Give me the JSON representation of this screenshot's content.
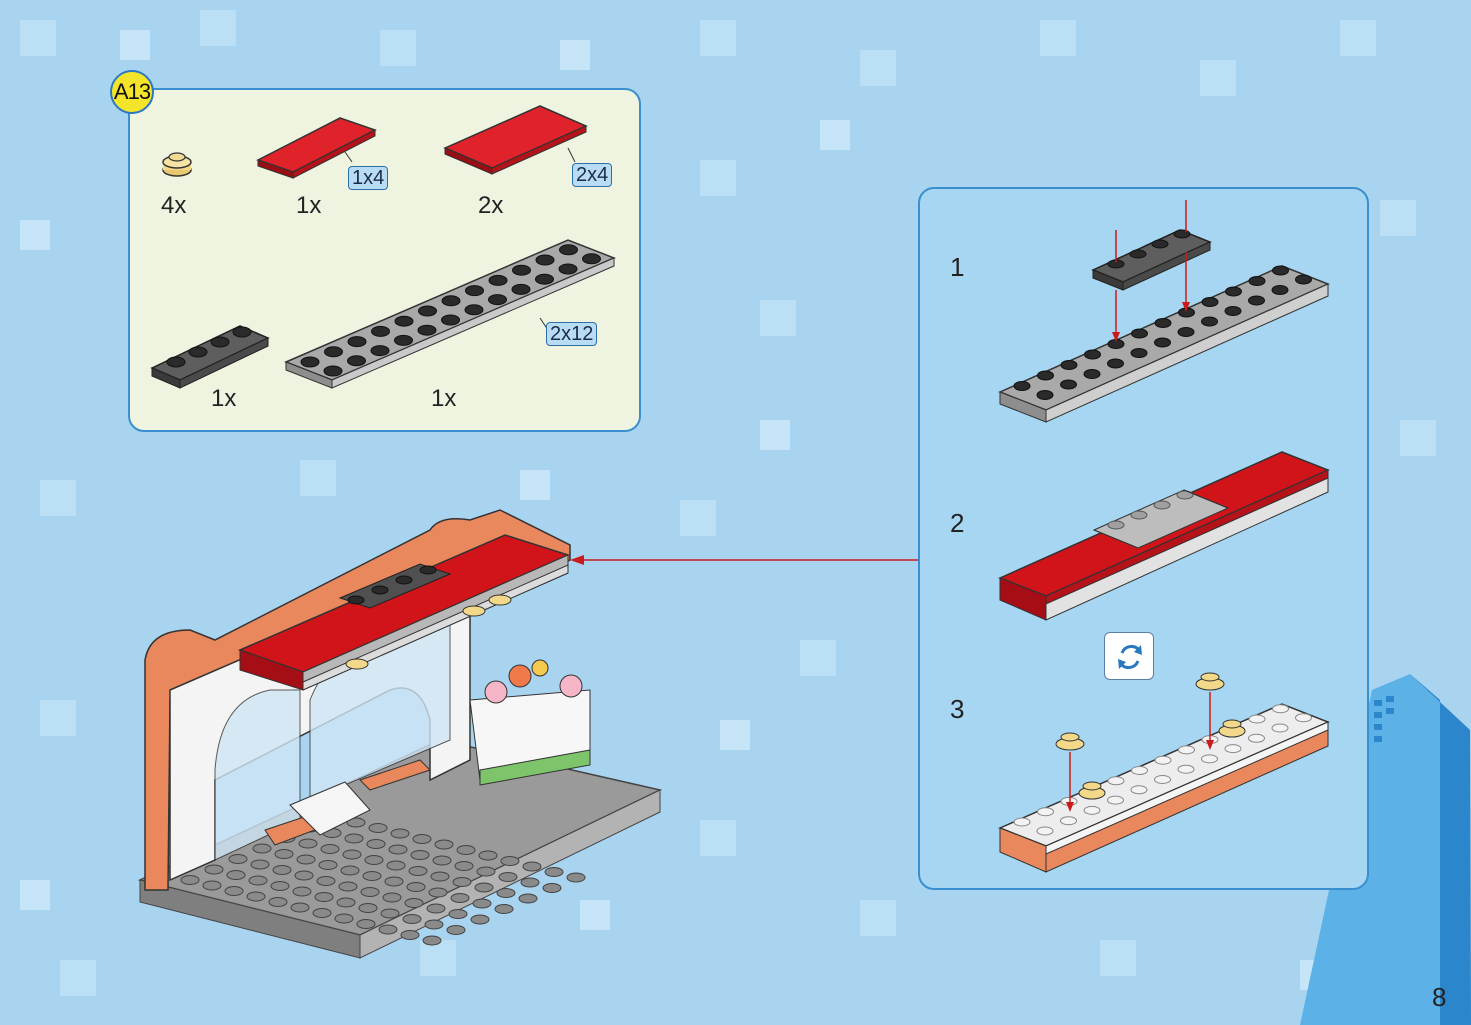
{
  "step_badge": "A13",
  "parts": [
    {
      "name": "round-plate-1x1-tan",
      "qty": "4x",
      "size_label": ""
    },
    {
      "name": "plate-red-1x4",
      "qty": "1x",
      "size_label": "1x4"
    },
    {
      "name": "plate-red-2x4",
      "qty": "2x",
      "size_label": "2x4"
    },
    {
      "name": "plate-dark-gray-1x4",
      "qty": "1x",
      "size_label": ""
    },
    {
      "name": "plate-light-gray-2x12",
      "qty": "1x",
      "size_label": "2x12"
    }
  ],
  "substeps": [
    "1",
    "2",
    "3"
  ],
  "rotate_icon": "rotate-icon",
  "page_number": "8",
  "colors": {
    "background": "#a8d4f0",
    "parts_panel": "#eef4e0",
    "step_panel": "#a6d6f2",
    "panel_border": "#3a8fd0",
    "badge": "#f5e52a",
    "arrow": "#cc1a1a",
    "red_brick": "#d0141a",
    "orange_brick": "#e88a62"
  }
}
